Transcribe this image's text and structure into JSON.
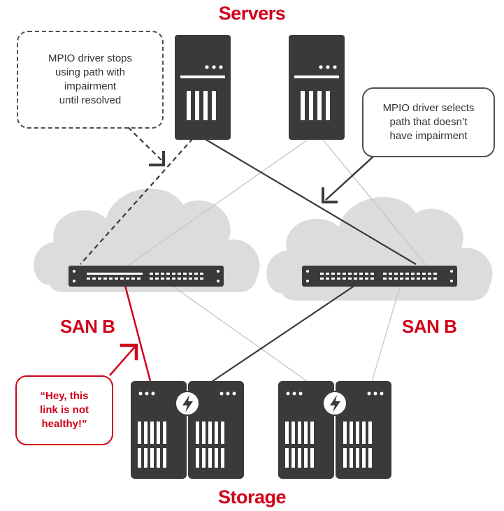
{
  "diagram": {
    "servers_label": "Servers",
    "storage_label": "Storage",
    "san_left_label": "SAN B",
    "san_right_label": "SAN B",
    "callout_mpio_stops": "MPIO driver stops\nusing path with\nimpairment\nuntil resolved",
    "callout_mpio_selects": "MPIO driver selects\npath that doesn’t\nhave impairment",
    "callout_unhealthy": "“Hey, this\nlink is not\nhealthy!”"
  },
  "colors": {
    "accent_red": "#d0021b",
    "device_dark": "#3a3a3a",
    "cloud_gray": "#dcdcde",
    "line_gray": "#c4c4c4",
    "line_dark": "#3a3a3a"
  },
  "icons": [
    "server-icon",
    "network-switch-icon",
    "storage-array-icon",
    "lightning-bolt-icon",
    "arrow-icon"
  ]
}
